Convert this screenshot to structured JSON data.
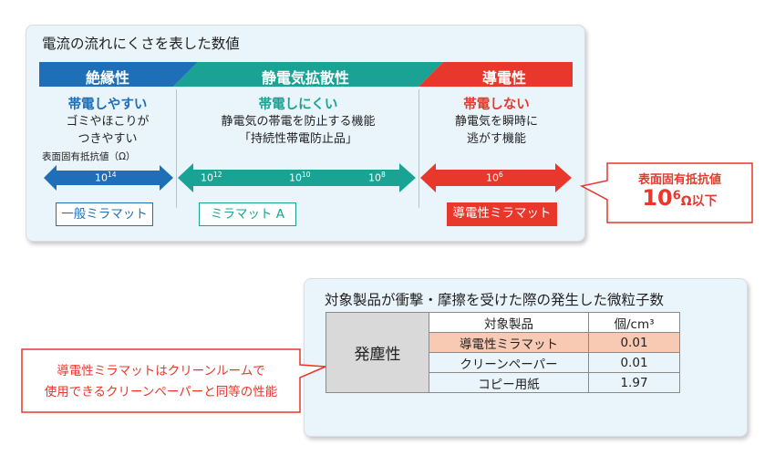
{
  "resistance_chart": {
    "title": "電流の流れにくさを表した数値",
    "categories": [
      {
        "label": "絶縁性",
        "color": "#1e6fb8",
        "property": "帯電しやすい",
        "description": [
          "ゴミやほこりが",
          "つきやすい"
        ]
      },
      {
        "label": "静電気拡散性",
        "color": "#1aa394",
        "property": "帯電しにくい",
        "description": [
          "静電気の帯電を防止する機能",
          "「持続性帯電防止品」"
        ]
      },
      {
        "label": "導電性",
        "color": "#e8372b",
        "property": "帯電しない",
        "description": [
          "静電気を瞬時に",
          "逃がす機能"
        ]
      }
    ],
    "scale_label": "表面固有抵抗値（Ω）",
    "ticks": [
      {
        "base": "10",
        "exp": "14"
      },
      {
        "base": "10",
        "exp": "12"
      },
      {
        "base": "10",
        "exp": "10"
      },
      {
        "base": "10",
        "exp": "8"
      },
      {
        "base": "10",
        "exp": "6"
      }
    ],
    "products": [
      "一般ミラマット",
      "ミラマット A",
      "導電性ミラマット"
    ]
  },
  "resistance_callout": {
    "label": "表面固有抵抗値",
    "value_base": "10",
    "value_exp": "6",
    "value_unit": "Ω以下"
  },
  "particle_table": {
    "title": "対象製品が衝撃・摩擦を受けた際の発生した微粒子数",
    "row_header": "発塵性",
    "col_product": "対象製品",
    "col_value": "個/cm³",
    "rows": [
      {
        "product": "導電性ミラマット",
        "value": "0.01"
      },
      {
        "product": "クリーンペーパー",
        "value": "0.01"
      },
      {
        "product": "コピー用紙",
        "value": "1.97"
      }
    ]
  },
  "particle_callout": {
    "lines": [
      "導電性ミラマットはクリーンルームで",
      "使用できるクリーンペーパーと同等の性能"
    ]
  },
  "colors": {
    "insulating": "#1e6fb8",
    "dissipative": "#1aa394",
    "conductive": "#e8372b",
    "highlight": "#f8c9b3"
  }
}
